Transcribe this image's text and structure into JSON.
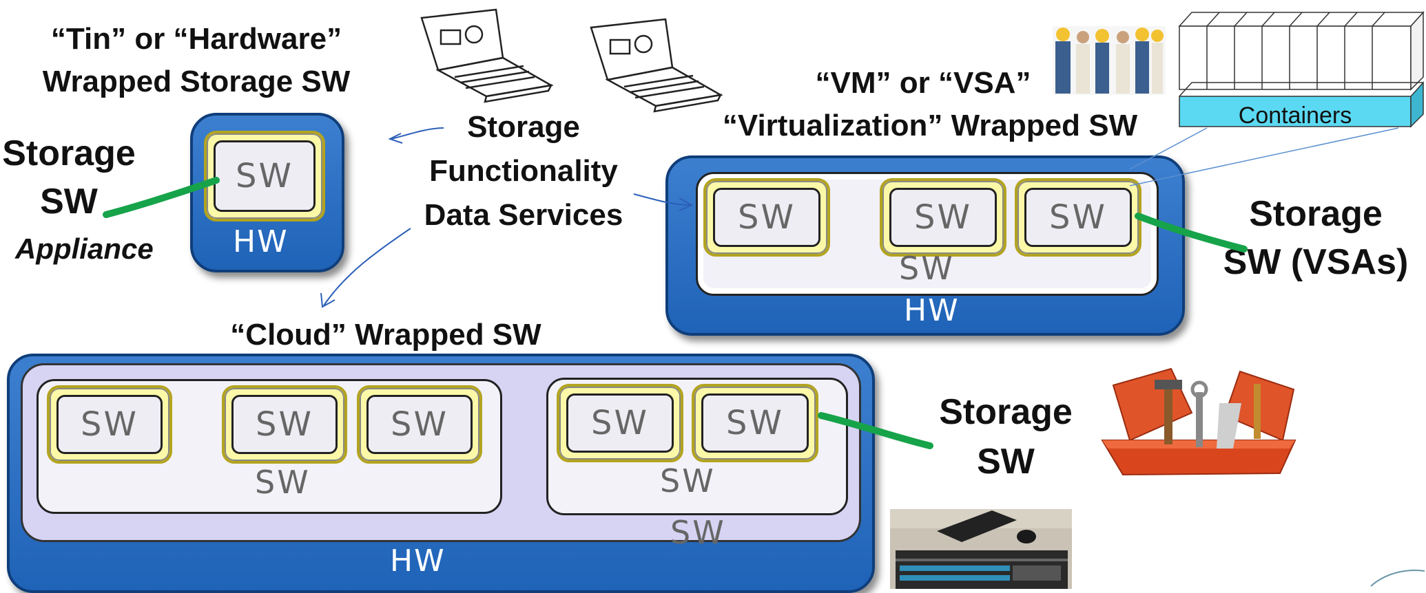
{
  "titles": {
    "tin_line1": "“Tin” or “Hardware”",
    "tin_line2": "Wrapped Storage SW",
    "vm_line1": "“VM” or “VSA”",
    "vm_line2": "“Virtualization” Wrapped SW",
    "cloud": "“Cloud” Wrapped SW"
  },
  "center_label": {
    "line1": "Storage",
    "line2": "Functionality",
    "line3": "Data Services"
  },
  "appliance_label": {
    "line1": "Storage",
    "line2": "SW",
    "line3": "Appliance"
  },
  "vsa_label": {
    "line1": "Storage",
    "line2": "SW (VSAs)"
  },
  "cloud_label": {
    "line1": "Storage",
    "line2": "SW"
  },
  "containers_label": "Containers",
  "sw_text": "SW",
  "hw_text": "HW",
  "colors": {
    "hw_blue": "#2a6fc4",
    "sw_yellow": "#fbf8a8",
    "arrow_green": "#16a34a",
    "arrow_blue": "#2c5fb8",
    "containers_cyan": "#5bd9f2"
  }
}
